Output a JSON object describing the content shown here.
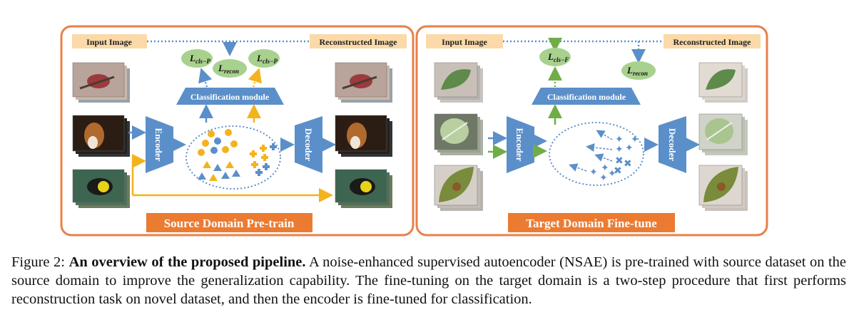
{
  "colors": {
    "panel_border": "#e8804a",
    "banner_fill": "#ec7b32",
    "label_fill": "#fbd9a8",
    "blue": "#5b8fc9",
    "loss_green": "#a9d18e",
    "arrow_blue": "#5b8fc9",
    "arrow_orange": "#f3b31c",
    "arrow_green": "#70ad47"
  },
  "left_panel": {
    "input_label": "Input Image",
    "output_label": "Reconstructed Image",
    "losses": [
      "L",
      "L",
      "L"
    ],
    "loss_subs": [
      "cls−P",
      "recon",
      "cls−P"
    ],
    "module_label": "Classification module",
    "encoder_label": "Encoder",
    "decoder_label": "Decoder",
    "banner": "Source Domain Pre-train"
  },
  "right_panel": {
    "input_label": "Input Image",
    "output_label": "Reconstructed Image",
    "losses": [
      "L",
      "L"
    ],
    "loss_subs": [
      "cls−F",
      "recon"
    ],
    "module_label": "Classification module",
    "encoder_label": "Encoder",
    "decoder_label": "Decoder",
    "banner": "Target Domain Fine-tune"
  },
  "caption": {
    "prefix": "Figure 2:",
    "bold": "An overview of the proposed pipeline.",
    "text": "A noise-enhanced supervised autoencoder (NSAE) is pre-trained with source dataset on the source domain to improve the generalization capability. The fine-tuning on the target domain is a two-step procedure that first performs reconstruction task on novel dataset, and then the encoder is fine-tuned for classification."
  }
}
